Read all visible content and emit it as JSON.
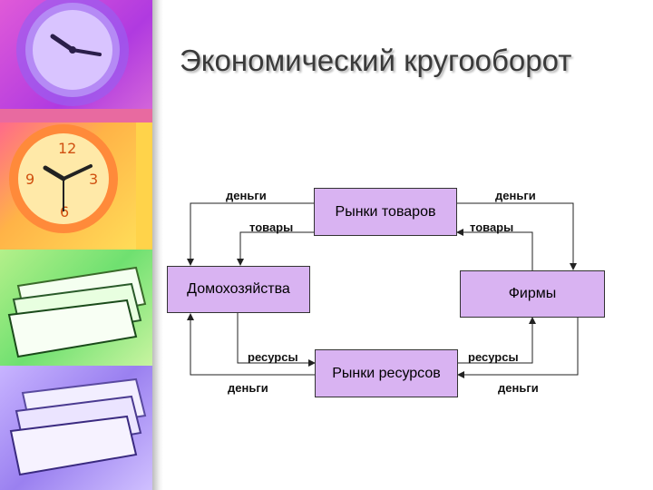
{
  "title": "Экономический кругооборот",
  "nodes": {
    "goods_market": "Рынки товаров",
    "resource_market": "Рынки ресурсов",
    "households": "Домохозяйства",
    "firms": "Фирмы"
  },
  "flows": {
    "top_left_money": "деньги",
    "top_left_goods": "товары",
    "top_right_money": "деньги",
    "top_right_goods": "товары",
    "bottom_left_resources": "ресурсы",
    "bottom_left_money": "деньги",
    "bottom_right_resources": "ресурсы",
    "bottom_right_money": "деньги"
  },
  "colors": {
    "box_fill": "#d9b3f2",
    "line": "#222222"
  },
  "sidebar_images": [
    "purple-clock",
    "orange-clock",
    "green-papers",
    "purple-papers"
  ]
}
